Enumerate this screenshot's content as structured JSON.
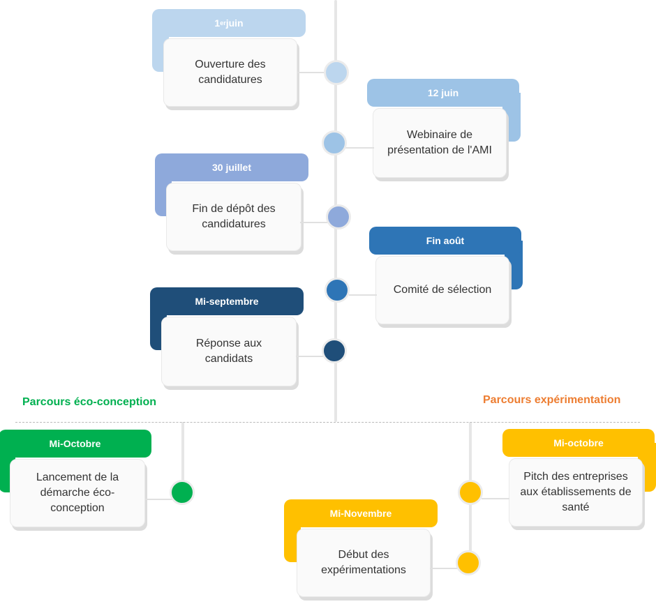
{
  "colors": {
    "c1": "#bcd6ee",
    "c2": "#9dc3e6",
    "c3": "#8ea9db",
    "c4": "#2e75b6",
    "c5": "#1f4e79",
    "green": "#00b050",
    "yellow": "#ffc000",
    "orange_title": "#ed7d31"
  },
  "milestones": [
    {
      "date": "1",
      "date_sup": "er",
      "date_rest": " juin",
      "text": "Ouverture des candidatures"
    },
    {
      "date": "12 juin",
      "text": "Webinaire de présentation de l'AMI"
    },
    {
      "date": "30 juillet",
      "text": "Fin de dépôt des candidatures"
    },
    {
      "date": "Fin août",
      "text": "Comité de sélection"
    },
    {
      "date": "Mi-septembre",
      "text": "Réponse aux candidats"
    }
  ],
  "tracks": {
    "eco": {
      "title": "Parcours éco-conception",
      "items": [
        {
          "date": "Mi-Octobre",
          "text": "Lancement de la démarche éco-conception"
        }
      ]
    },
    "exp": {
      "title": "Parcours expérimentation",
      "items": [
        {
          "date": "Mi-octobre",
          "text": "Pitch des entreprises aux établissements de santé"
        },
        {
          "date": "Mi-Novembre",
          "text": "Début des expérimentations"
        }
      ]
    }
  }
}
